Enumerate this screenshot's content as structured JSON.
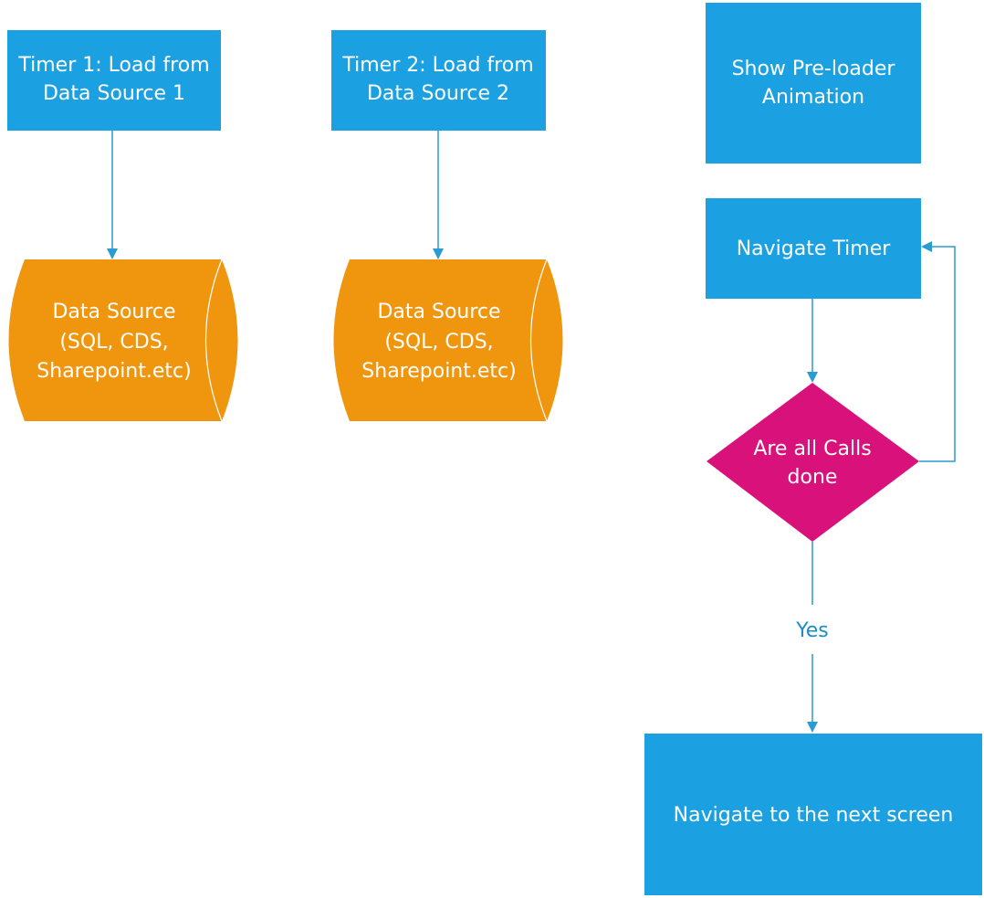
{
  "colors": {
    "process_fill": "#1ba1e2",
    "datasource_fill": "#f0960e",
    "decision_fill": "#d9117a",
    "connector": "#2a9bd3",
    "cylinder_line": "#ffffff"
  },
  "nodes": {
    "timer1": {
      "line1": "Timer 1: Load from",
      "line2": "Data Source 1"
    },
    "timer2": {
      "line1": "Timer 2: Load from",
      "line2": "Data Source 2"
    },
    "datasource1": {
      "line1": "Data Source",
      "line2": "(SQL, CDS,",
      "line3": "Sharepoint.etc)"
    },
    "datasource2": {
      "line1": "Data Source",
      "line2": "(SQL, CDS,",
      "line3": "Sharepoint.etc)"
    },
    "preloader": {
      "line1": "Show Pre-loader",
      "line2": "Animation"
    },
    "navigate_timer": {
      "line1": "Navigate Timer"
    },
    "decision": {
      "line1": "Are all Calls",
      "line2": "done"
    },
    "next_screen": {
      "line1": "Navigate to the next screen"
    }
  },
  "edges": {
    "yes_label": "Yes"
  }
}
